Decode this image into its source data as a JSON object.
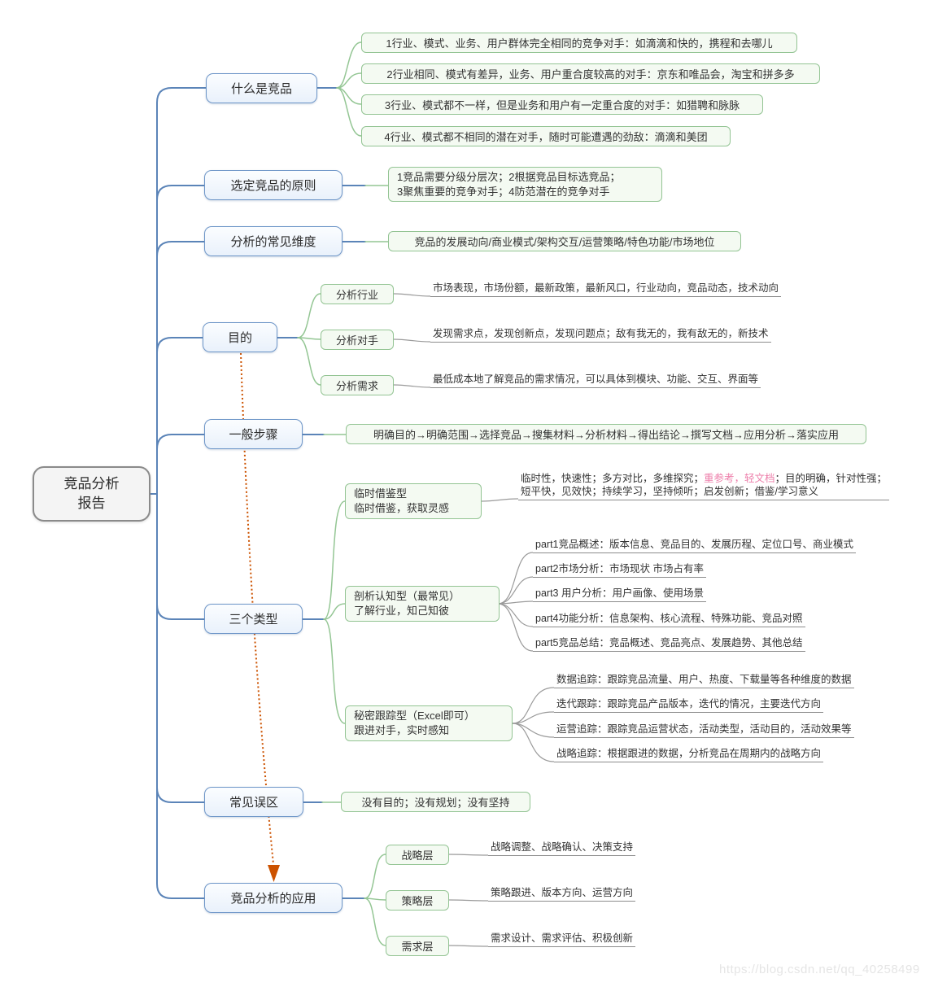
{
  "watermark": "https://blog.csdn.net/qq_40258499",
  "colors": {
    "branch_blue_border": "#6e96c8",
    "branch_blue_line": "#5b84b8",
    "green_border": "#93c493",
    "gray_line": "#8c8c8c",
    "relation_orange": "#cc5200",
    "highlight_pink": "#ed7eaa"
  },
  "root": {
    "line1": "竞品分析",
    "line2": "报告"
  },
  "b1": {
    "label": "什么是竞品",
    "c1": "1行业、模式、业务、用户群体完全相同的竞争对手：如滴滴和快的，携程和去哪儿",
    "c2": "2行业相同、模式有差异，业务、用户重合度较高的对手：京东和唯品会，淘宝和拼多多",
    "c3": "3行业、模式都不一样，但是业务和用户有一定重合度的对手：如猎聘和脉脉",
    "c4": "4行业、模式都不相同的潜在对手，随时可能遭遇的劲敌：滴滴和美团"
  },
  "b2": {
    "label": "选定竞品的原则",
    "line1": "1竞品需要分级分层次；2根据竞品目标选竞品；",
    "line2": "3聚焦重要的竞争对手；4防范潜在的竞争对手"
  },
  "b3": {
    "label": "分析的常见维度",
    "c1": "竞品的发展动向/商业模式/架构交互/运营策略/特色功能/市场地位"
  },
  "b4": {
    "label": "目的",
    "items": [
      {
        "label": "分析行业",
        "desc": "市场表现，市场份额，最新政策，最新风口，行业动向，竞品动态，技术动向"
      },
      {
        "label": "分析对手",
        "desc": "发现需求点，发现创新点，发现问题点；敌有我无的，我有敌无的，新技术"
      },
      {
        "label": "分析需求",
        "desc": "最低成本地了解竞品的需求情况，可以具体到模块、功能、交互、界面等"
      }
    ]
  },
  "b5": {
    "label": "一般步骤",
    "c1": "明确目的→明确范围→选择竞品→搜集材料→分析材料→得出结论→撰写文档→应用分析→落实应用"
  },
  "b6": {
    "label": "三个类型",
    "t1": {
      "line1": "临时借鉴型",
      "line2": "临时借鉴，获取灵感",
      "desc1a": "临时性，快速性；多方对比，多维探究；",
      "desc1pink": "重参考，轻文档",
      "desc1b": "；目的明确，针对性强；",
      "desc2": "短平快，见效快；持续学习，坚持倾听；启发创新；借鉴/学习意义"
    },
    "t2": {
      "line1": "剖析认知型（最常见）",
      "line2": "了解行业，知己知彼",
      "parts": [
        "part1竞品概述：版本信息、竞品目的、发展历程、定位口号、商业模式",
        "part2市场分析：市场现状 市场占有率",
        "part3 用户分析：用户画像、使用场景",
        "part4功能分析：信息架构、核心流程、特殊功能、竞品对照",
        "part5竞品总结：竞品概述、竞品亮点、发展趋势、其他总结"
      ]
    },
    "t3": {
      "line1": "秘密跟踪型（Excel即可）",
      "line2": "跟进对手，实时感知",
      "tracks": [
        "数据追踪：跟踪竞品流量、用户、热度、下载量等各种维度的数据",
        "迭代跟踪：跟踪竞品产品版本，迭代的情况，主要迭代方向",
        "运营追踪：跟踪竞品运营状态，活动类型，活动目的，活动效果等",
        "战略追踪：根据跟进的数据，分析竞品在周期内的战略方向"
      ]
    }
  },
  "b7": {
    "label": "常见误区",
    "c1": "没有目的；没有规划；没有坚持"
  },
  "b8": {
    "label": "竞品分析的应用",
    "items": [
      {
        "label": "战略层",
        "desc": "战略调整、战略确认、决策支持"
      },
      {
        "label": "策略层",
        "desc": "策略跟进、版本方向、运营方向"
      },
      {
        "label": "需求层",
        "desc": "需求设计、需求评估、积极创新"
      }
    ]
  }
}
